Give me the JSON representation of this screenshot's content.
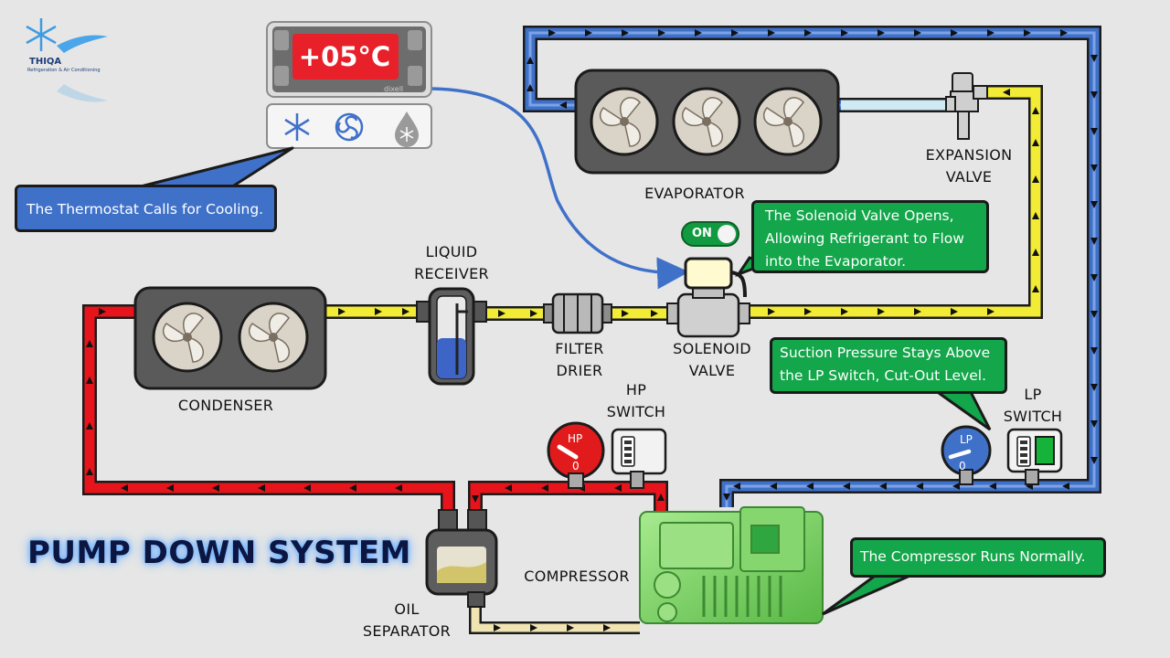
{
  "title": "PUMP DOWN SYSTEM",
  "logo": {
    "name": "THIQA",
    "tagline": "Refrigeration & Air Conditioning"
  },
  "thermostat": {
    "readout": "+05°C",
    "brand": "dixell"
  },
  "toggle": {
    "label": "ON"
  },
  "labels": {
    "evaporator": "EVAPORATOR",
    "expansion_valve_1": "EXPANSION",
    "expansion_valve_2": "VALVE",
    "liquid_receiver_1": "LIQUID",
    "liquid_receiver_2": "RECEIVER",
    "filter_drier_1": "FILTER",
    "filter_drier_2": "DRIER",
    "solenoid_valve_1": "SOLENOID",
    "solenoid_valve_2": "VALVE",
    "condenser": "CONDENSER",
    "hp_switch_1": "HP",
    "hp_switch_2": "SWITCH",
    "lp_switch_1": "LP",
    "lp_switch_2": "SWITCH",
    "compressor": "COMPRESSOR",
    "oil_separator_1": "OIL",
    "oil_separator_2": "SEPARATOR"
  },
  "gauges": {
    "hp": {
      "label": "HP",
      "zero": "0"
    },
    "lp": {
      "label": "LP",
      "zero": "0"
    }
  },
  "callouts": {
    "thermostat": "The Thermostat Calls for Cooling.",
    "solenoid_1": "The Solenoid Valve Opens,",
    "solenoid_2": "Allowing Refrigerant to Flow",
    "solenoid_3": "into the Evaporator.",
    "suction_1": "Suction Pressure Stays Above",
    "suction_2": "the LP Switch, Cut-Out Level.",
    "compressor": "The Compressor Runs Normally."
  },
  "colors": {
    "hot_gas": "#e8141b",
    "liquid": "#f2ec37",
    "suction": "#3f71c9",
    "oil_line": "#f1e4b3",
    "callout_green": "#13a64a",
    "callout_blue": "#3f71c9",
    "compressor": "#7fd36a"
  }
}
